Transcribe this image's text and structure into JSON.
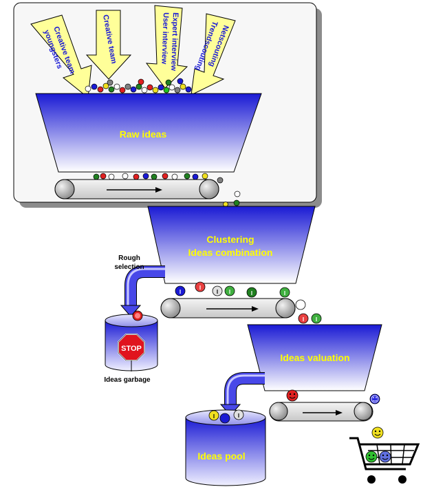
{
  "inputs": [
    {
      "line1": "Creative team",
      "line2": "youngsters"
    },
    {
      "line1": "Creative team",
      "line2": ""
    },
    {
      "line1": "User interview",
      "line2": "Expert interview"
    },
    {
      "line1": "Trendscouting",
      "line2": "Netscouting"
    }
  ],
  "hoppers": {
    "raw": {
      "label": "Raw ideas"
    },
    "clustering": {
      "line1": "Clustering",
      "line2": "Ideas combination"
    },
    "valuation": {
      "label": "Ideas valuation"
    }
  },
  "rough_selection": {
    "line1": "Rough",
    "line2": "selection"
  },
  "garbage": {
    "label": "Ideas garbage",
    "sign": "STOP"
  },
  "pool": {
    "label": "Ideas pool"
  },
  "ball_letter": "I",
  "colors": {
    "hopper_top": "#1a1ad4",
    "hopper_bottom": "#ffffff",
    "arrow_fill": "#ffff99",
    "hopper_text": "#ffff00",
    "stop_red": "#e0141e"
  }
}
